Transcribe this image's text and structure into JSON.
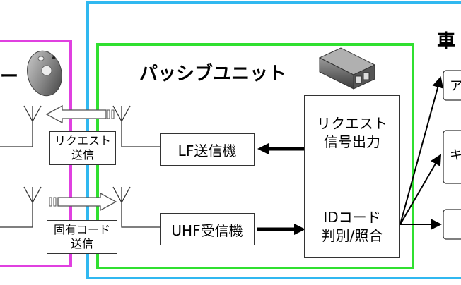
{
  "diagram": {
    "title": "パッシブユニット",
    "vehicle_title_partial": "車",
    "fob_label_partial": "ー",
    "boxes": {
      "lf_transmitter": "LF送信機",
      "uhf_receiver": "UHF受信機",
      "request_output_line1": "リクエスト",
      "request_output_line2": "信号出力",
      "id_code_line1": "IDコード",
      "id_code_line2": "判別/照合",
      "request_send_line1": "リクエスト",
      "request_send_line2": "送信",
      "unique_code_line1": "固有コード",
      "unique_code_line2": "送信",
      "right_box_a_partial": "ア",
      "right_box_b_partial": "キ"
    },
    "colors": {
      "magenta_border": "#e040e0",
      "cyan_border": "#30b8f0",
      "green_border": "#30e030",
      "arrow": "#000000"
    }
  }
}
